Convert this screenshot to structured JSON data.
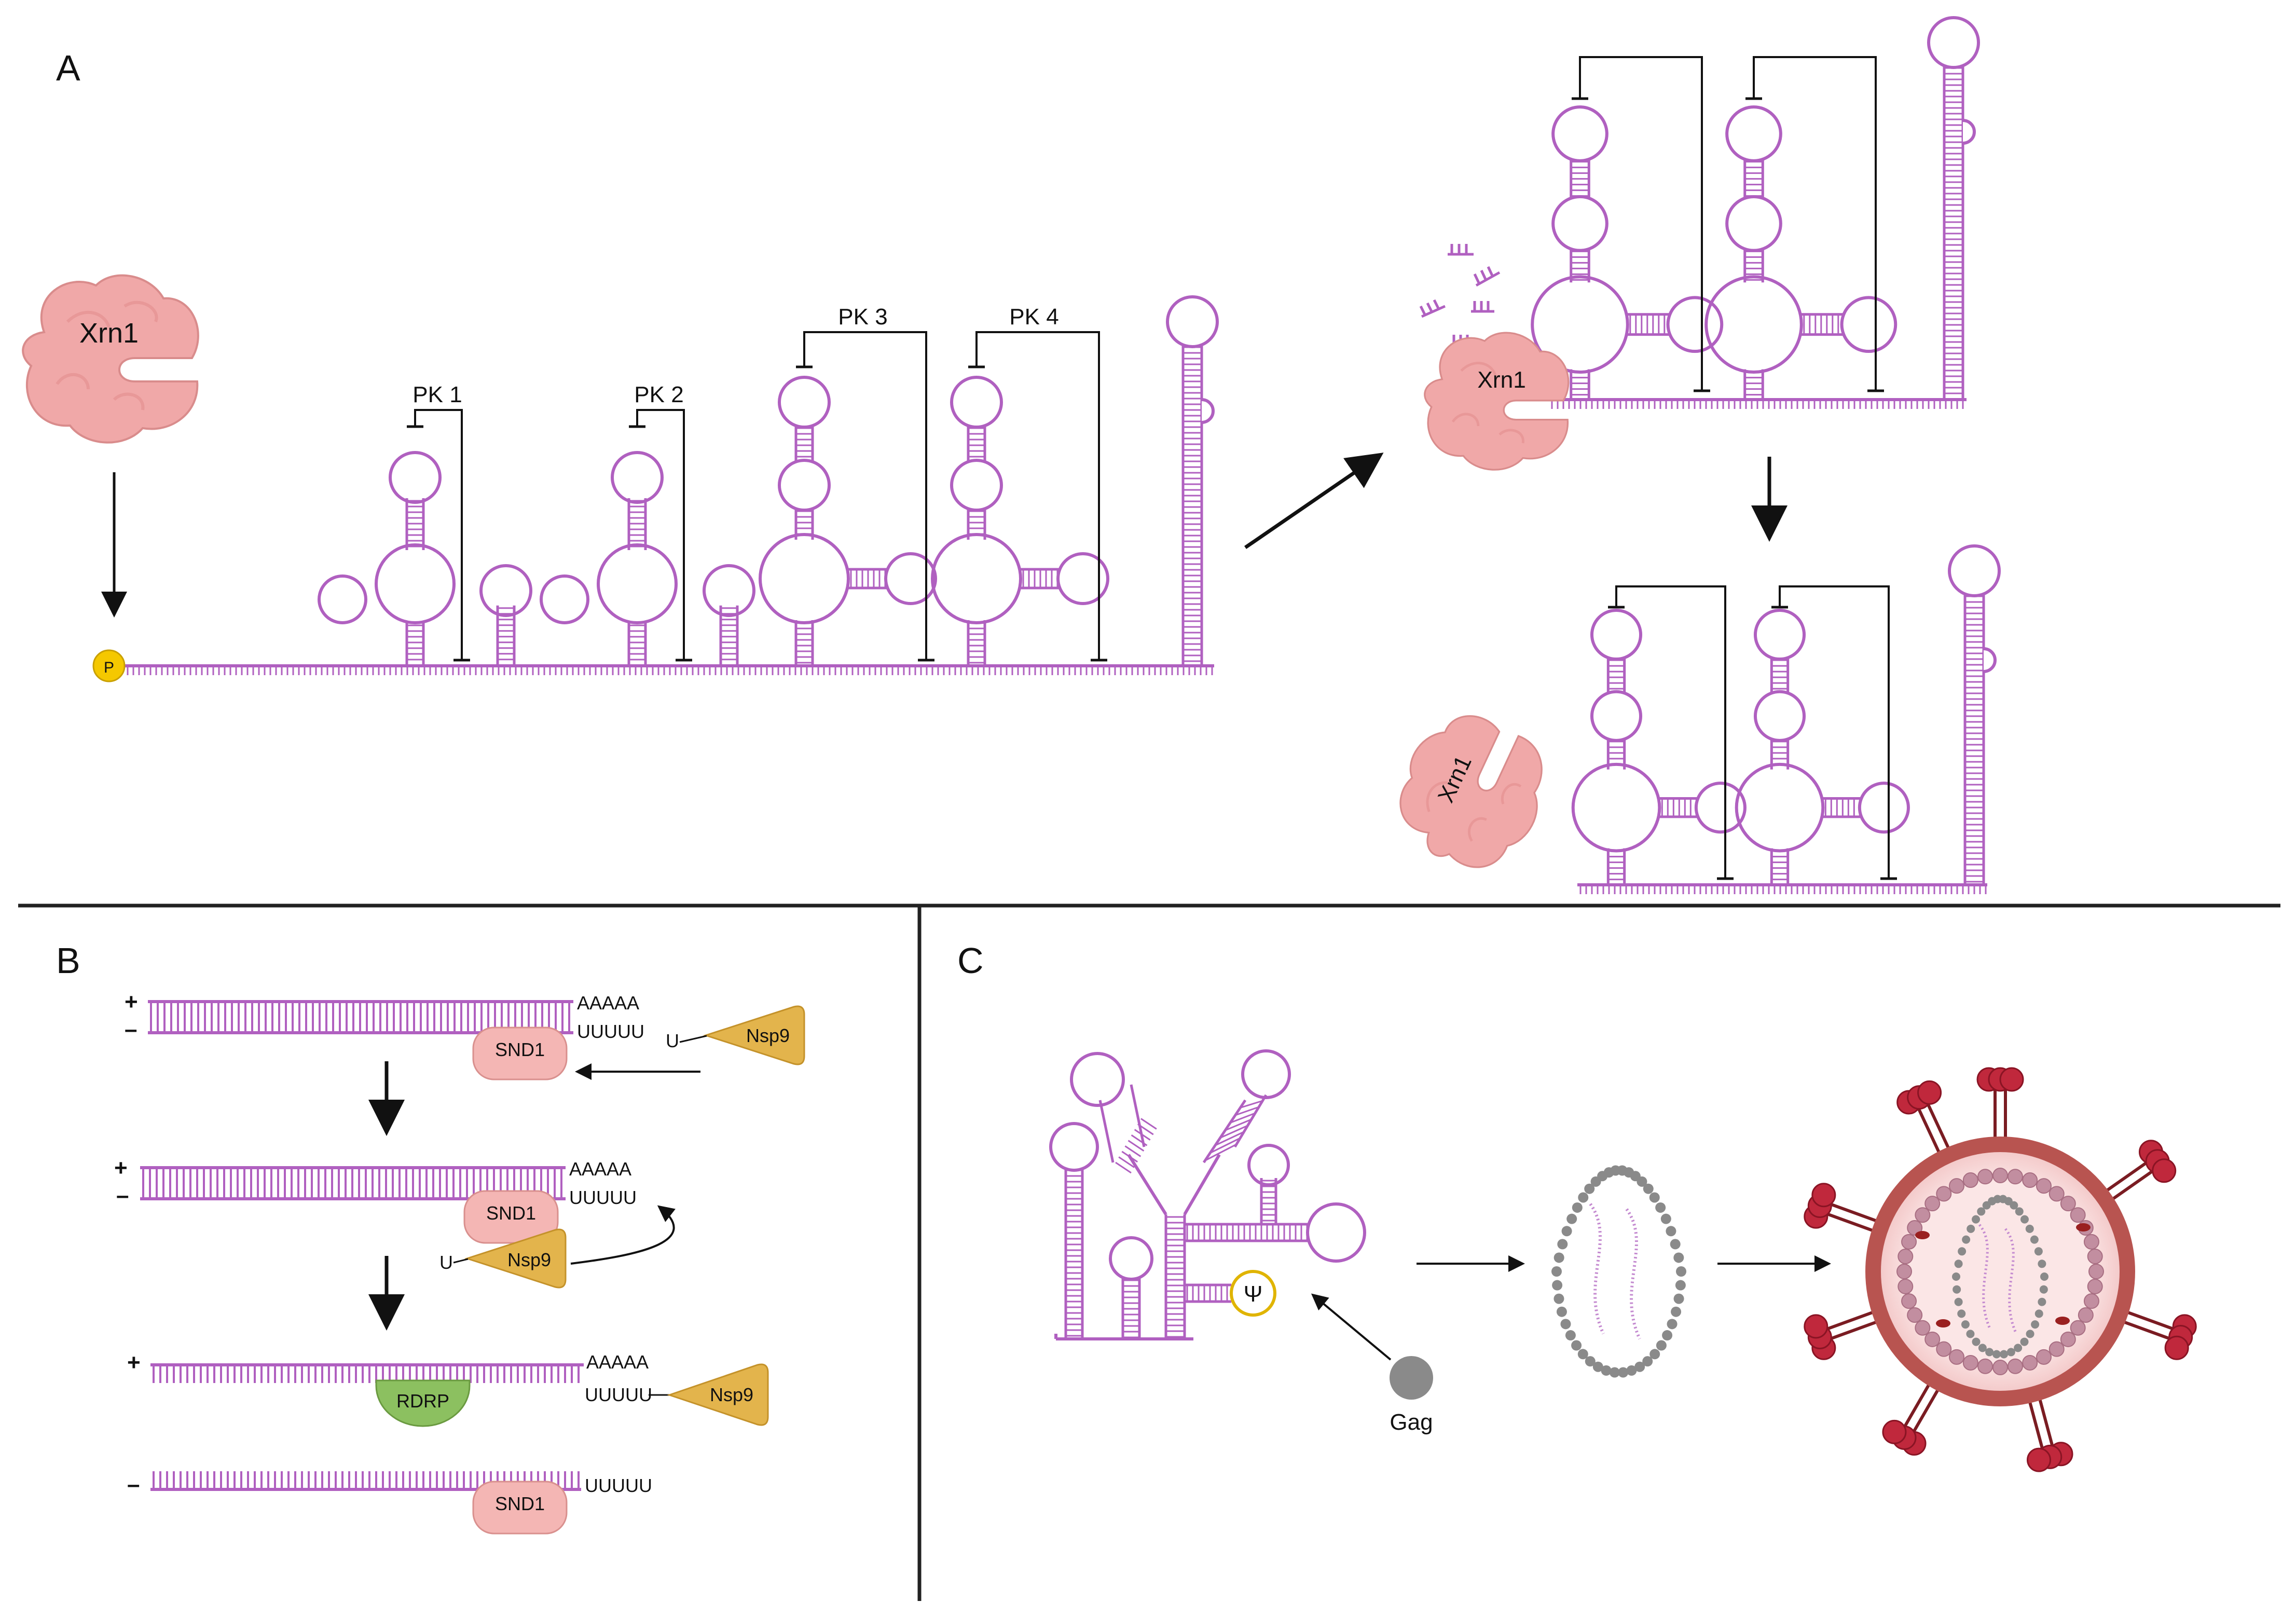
{
  "panels": {
    "a": {
      "letter": "A"
    },
    "b": {
      "letter": "B"
    },
    "c": {
      "letter": "C"
    }
  },
  "panel_a": {
    "enzyme": "Xrn1",
    "phosphate": "P",
    "pseudoknots": [
      "PK 1",
      "PK 2",
      "PK 3",
      "PK 4"
    ]
  },
  "panel_b": {
    "plus": "+",
    "minus": "–",
    "poly_a": "AAAAA",
    "poly_u": "UUUUU",
    "uracil": "U",
    "snd1": "SND1",
    "nsp9": "Nsp9",
    "rdrp": "RDRP"
  },
  "panel_c": {
    "psi": "Ψ",
    "gag": "Gag"
  },
  "colors": {
    "rna": "#b060c0",
    "xrn1": "#f0a8a8",
    "snd1": "#f4b6b4",
    "nsp9": "#e3b44c",
    "rdrp": "#8cc060",
    "phosphate": "#f5c800",
    "gag": "#8a8a8a",
    "envelope": "#b85450",
    "spike": "#c0283c"
  }
}
